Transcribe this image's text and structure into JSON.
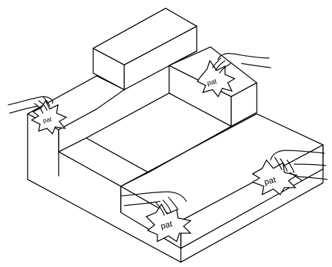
{
  "diagram": {
    "pat_labels": [
      "pat",
      "pat",
      "pat",
      "pat"
    ]
  },
  "colors": {
    "line": "#000000",
    "background": "#ffffff"
  }
}
